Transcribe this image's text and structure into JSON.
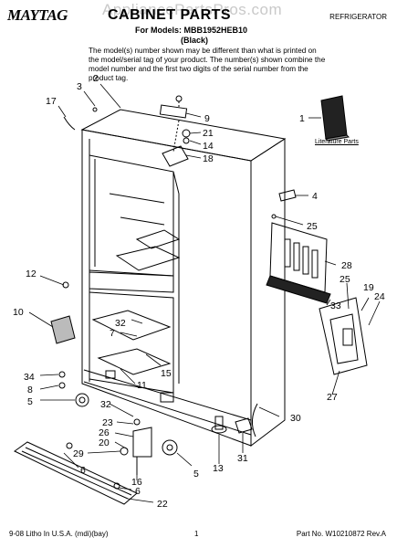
{
  "header": {
    "brand": "MAYTAG",
    "title": "CABINET PARTS",
    "watermark": "AppliancePartsPros.com",
    "appliance_type": "REFRIGERATOR",
    "models_line": "For Models: MBB1952HEB10",
    "color": "(Black)",
    "note": "The model(s) number shown may be different than what is printed on the model/serial tag of your product. The number(s) shown combine the model number and the first two digits of the serial number from the product tag."
  },
  "literature_label": "Literature Parts",
  "callouts": [
    "2",
    "3",
    "17",
    "9",
    "21",
    "14",
    "18",
    "1",
    "4",
    "25",
    "12",
    "28",
    "10",
    "25",
    "19",
    "24",
    "33",
    "32",
    "7",
    "15",
    "34",
    "8",
    "11",
    "5",
    "27",
    "32",
    "23",
    "30",
    "26",
    "20",
    "29",
    "6",
    "16",
    "6",
    "22",
    "13",
    "31",
    "5"
  ],
  "footer": {
    "left": "9-08 Litho In U.S.A. (mdi)(bay)",
    "page": "1",
    "right": "Part No. W10210872 Rev.A"
  }
}
